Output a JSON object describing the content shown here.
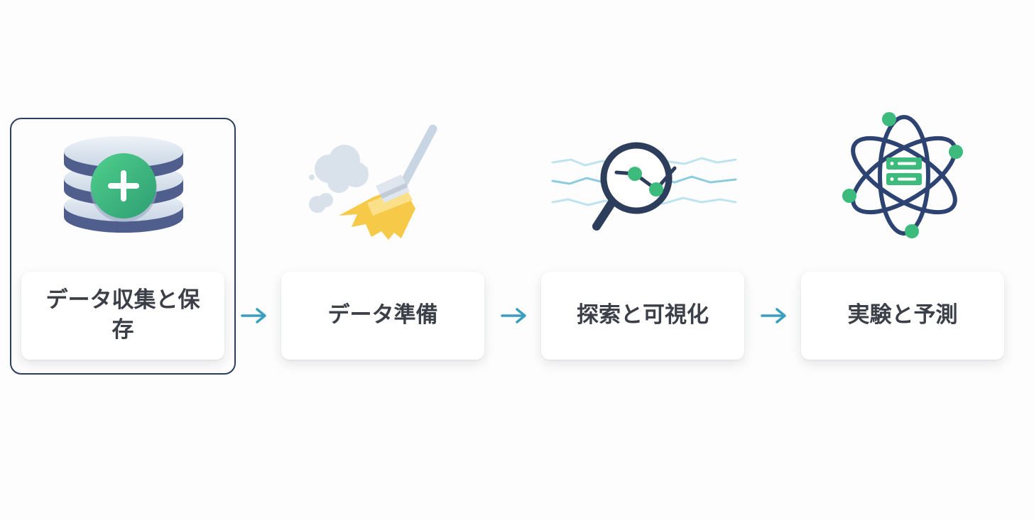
{
  "steps": [
    {
      "label": "データ収集と保存",
      "icon": "database-add-icon",
      "selected": true
    },
    {
      "label": "データ準備",
      "icon": "broom-icon",
      "selected": false
    },
    {
      "label": "探索と可視化",
      "icon": "magnifier-chart-icon",
      "selected": false
    },
    {
      "label": "実験と予測",
      "icon": "atom-icon",
      "selected": false
    }
  ],
  "colors": {
    "navy": "#2d3e5c",
    "green": "#3dbb7c",
    "teal": "#3a9fbf",
    "yellow": "#f7c948",
    "text": "#3b3f47"
  }
}
